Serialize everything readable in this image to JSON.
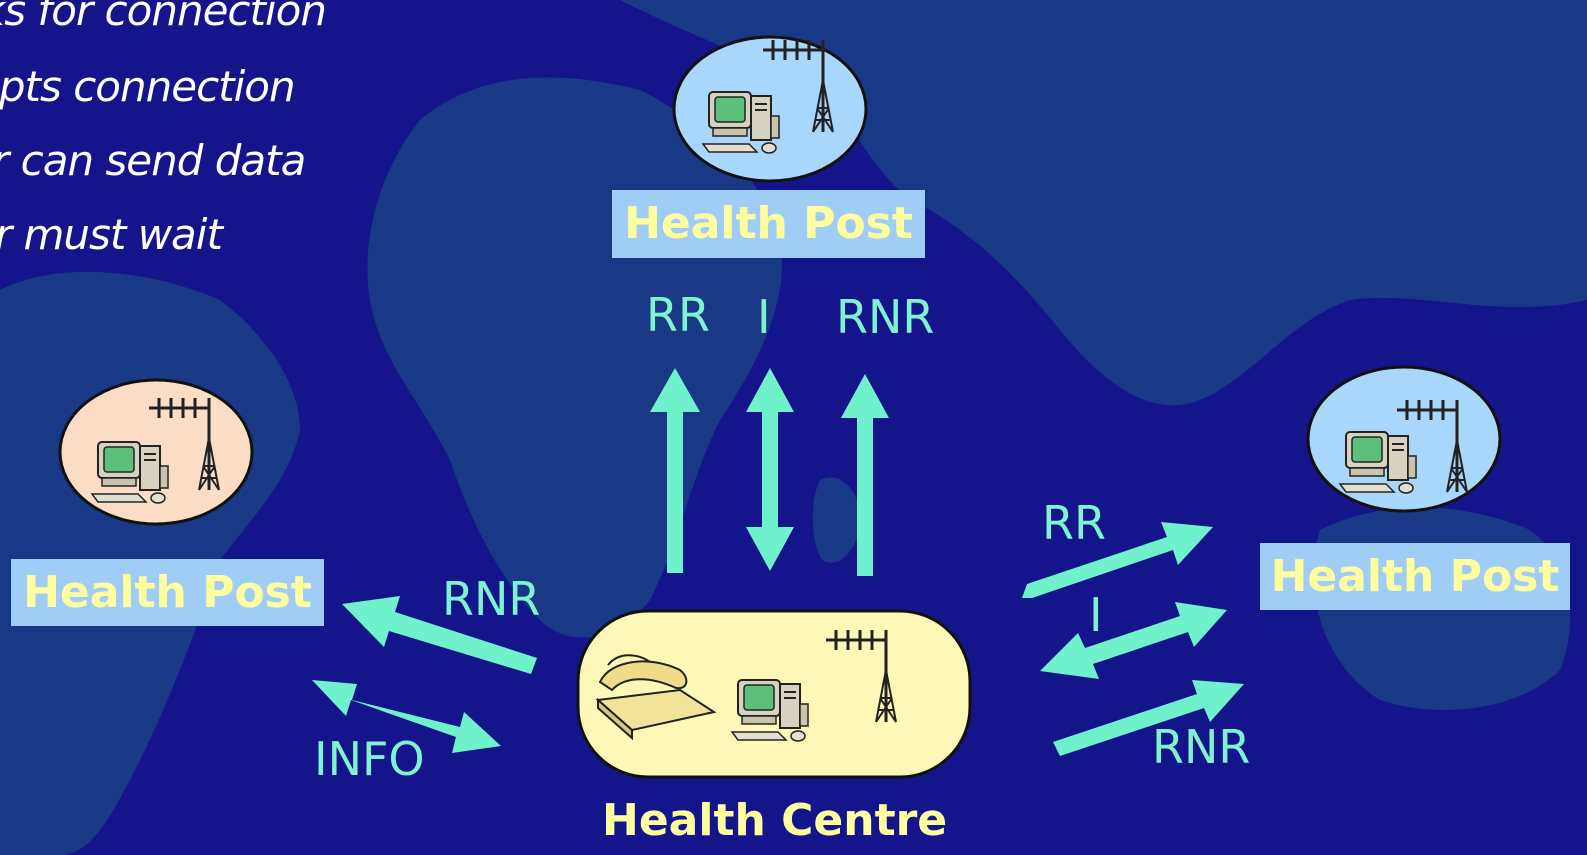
{
  "slide": {
    "bullets": [
      "sks for connection",
      "epts connection",
      "r can send data",
      "er must wait"
    ]
  },
  "nodes": {
    "top_post": "Health Post",
    "left_post": "Health Post",
    "right_post": "Health Post",
    "centre": "Health Centre"
  },
  "messages": {
    "top": [
      "RR",
      "I",
      "RNR"
    ],
    "left": [
      "RNR",
      "INFO"
    ],
    "right": [
      "RR",
      "I",
      "RNR"
    ]
  },
  "colors": {
    "background": "#14158a",
    "map_land": "#1a3d86",
    "arrow": "#6ff1cc",
    "label_text": "#ffffa0",
    "label_box": "#9fcdf5",
    "post_circle_blue": "#a9d6fb",
    "post_circle_peach": "#fbdcc4",
    "centre_fill": "#fdf8b8"
  },
  "icons": [
    "computer-icon",
    "antenna-tower-icon",
    "telephone-icon"
  ]
}
